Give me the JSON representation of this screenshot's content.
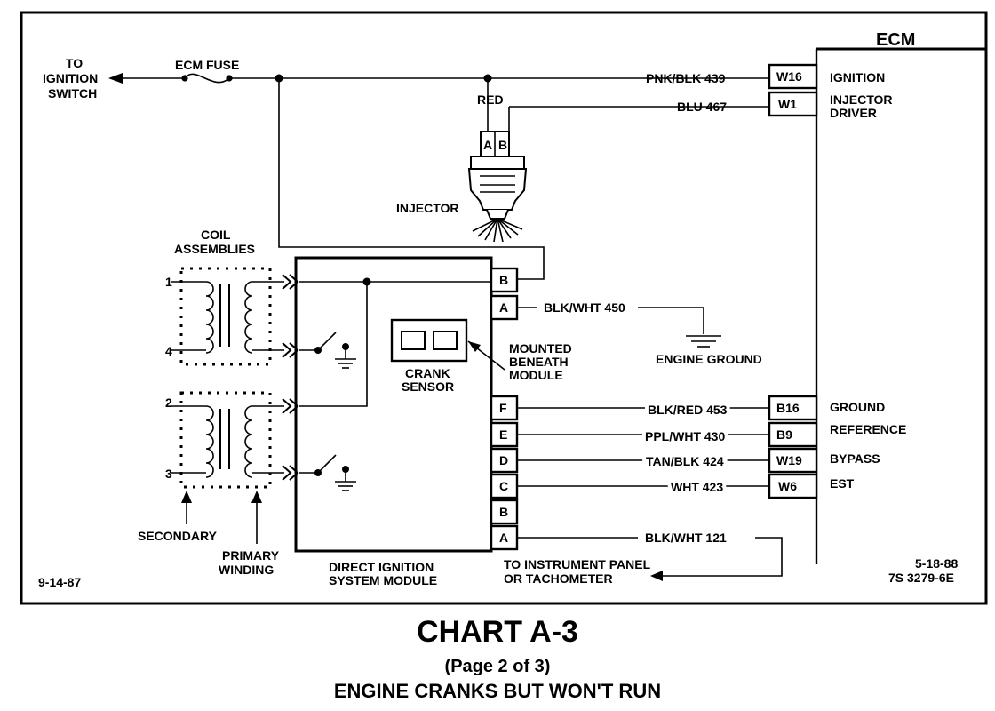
{
  "ecm": {
    "title": "ECM",
    "pins": [
      {
        "pin": "W16",
        "wire": "PNK/BLK 439",
        "function": "IGNITION"
      },
      {
        "pin": "W1",
        "wire": "BLU 467",
        "function": "INJECTOR",
        "function_line2": "DRIVER"
      },
      {
        "pin": "B16",
        "wire": "BLK/RED 453",
        "function": "GROUND"
      },
      {
        "pin": "B9",
        "wire": "PPL/WHT 430",
        "function": "REFERENCE"
      },
      {
        "pin": "W19",
        "wire": "TAN/BLK 424",
        "function": "BYPASS"
      },
      {
        "pin": "W6",
        "wire": "WHT 423",
        "function": "EST"
      }
    ]
  },
  "power": {
    "ignition_switch_line1": "TO",
    "ignition_switch_line2": "IGNITION",
    "ignition_switch_line3": "SWITCH",
    "fuse": "ECM FUSE"
  },
  "injector": {
    "label": "INJECTOR",
    "wire_red": "RED",
    "pin_a": "A",
    "pin_b": "B"
  },
  "coil": {
    "title_line1": "COIL",
    "title_line2": "ASSEMBLIES",
    "terminals": [
      "1",
      "4",
      "2",
      "3"
    ],
    "secondary": "SECONDARY",
    "primary_line1": "PRIMARY",
    "primary_line2": "WINDING"
  },
  "module": {
    "label_line1": "DIRECT IGNITION",
    "label_line2": "SYSTEM MODULE",
    "top_pins": [
      "B",
      "A"
    ],
    "ground_wire": "BLK/WHT 450",
    "engine_ground": "ENGINE GROUND",
    "crank_sensor_line1": "CRANK",
    "crank_sensor_line2": "SENSOR",
    "mounted_line1": "MOUNTED",
    "mounted_line2": "BENEATH",
    "mounted_line3": "MODULE",
    "bottom_pins": [
      "F",
      "E",
      "D",
      "C",
      "B",
      "A"
    ],
    "tach_wire": "BLK/WHT 121",
    "tach_line1": "TO INSTRUMENT PANEL",
    "tach_line2": "OR TACHOMETER"
  },
  "footer": {
    "date_left": "9-14-87",
    "date_right": "5-18-88",
    "code_right": "7S 3279-6E",
    "title": "CHART A-3",
    "page": "(Page 2 of 3)",
    "subtitle": "ENGINE CRANKS BUT WON'T RUN"
  }
}
